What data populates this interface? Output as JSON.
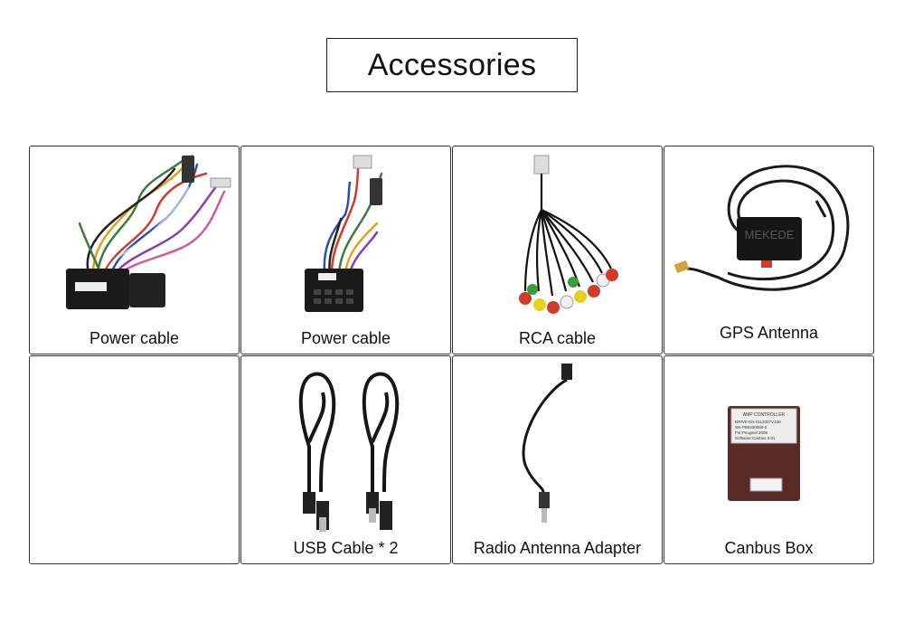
{
  "page": {
    "title": "Accessories"
  },
  "items": [
    {
      "label": "Power cable",
      "icon": "wiring-harness-icon"
    },
    {
      "label": "Power cable",
      "icon": "wiring-harness-icon"
    },
    {
      "label": "RCA cable",
      "icon": "rca-cable-icon"
    },
    {
      "label": "GPS Antenna",
      "icon": "gps-antenna-icon",
      "image_text": "MEKEDE"
    },
    {
      "label": "",
      "icon": ""
    },
    {
      "label": "USB Cable * 2",
      "icon": "usb-cable-icon"
    },
    {
      "label": "Radio Antenna Adapter",
      "icon": "antenna-adapter-icon"
    },
    {
      "label": "Canbus Box",
      "icon": "canbus-box-icon",
      "image_text": [
        "AMP CONTROLLER",
        "DRIVE-EN-0112007V120",
        "SN-PB6330080-0",
        "For:Peugeot 2008",
        "Software:Canbus 0.01"
      ]
    }
  ]
}
